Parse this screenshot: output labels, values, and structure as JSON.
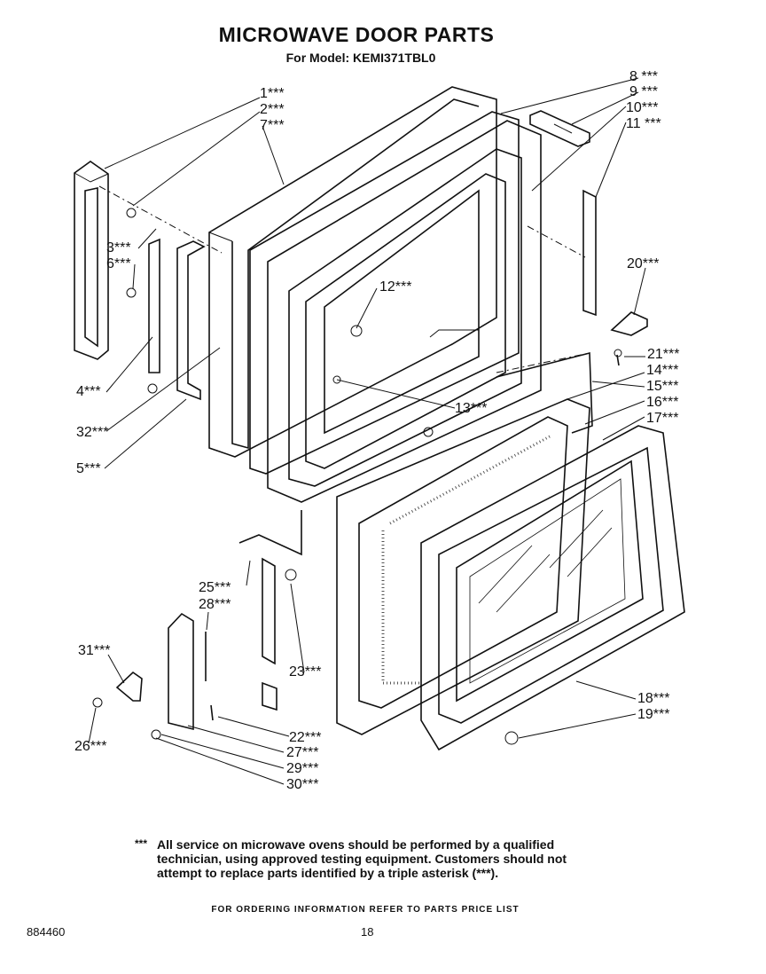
{
  "title": "MICROWAVE DOOR PARTS",
  "subtitle": "For Model: KEMI371TBL0",
  "note_marker": "***",
  "note": "All service on microwave ovens should be performed by a qualified technician, using approved testing equipment. Customers should not attempt to replace parts identified by a triple asterisk (***).",
  "footer": "FOR ORDERING INFORMATION REFER TO PARTS PRICE LIST",
  "doc_number": "884460",
  "page_number": "18",
  "parts": [
    {
      "label": "1***"
    },
    {
      "label": "2***"
    },
    {
      "label": "7***"
    },
    {
      "label": "8 ***"
    },
    {
      "label": "9 ***"
    },
    {
      "label": "10***"
    },
    {
      "label": "11 ***"
    },
    {
      "label": "3***"
    },
    {
      "label": "6***"
    },
    {
      "label": "12***"
    },
    {
      "label": "20***"
    },
    {
      "label": "21***"
    },
    {
      "label": "14***"
    },
    {
      "label": "15***"
    },
    {
      "label": "16***"
    },
    {
      "label": "17***"
    },
    {
      "label": "13***"
    },
    {
      "label": "4***"
    },
    {
      "label": "32***"
    },
    {
      "label": "5***"
    },
    {
      "label": "25***"
    },
    {
      "label": "28***"
    },
    {
      "label": "31***"
    },
    {
      "label": "23***"
    },
    {
      "label": "18***"
    },
    {
      "label": "19***"
    },
    {
      "label": "26***"
    },
    {
      "label": "22***"
    },
    {
      "label": "27***"
    },
    {
      "label": "29***"
    },
    {
      "label": "30***"
    }
  ]
}
